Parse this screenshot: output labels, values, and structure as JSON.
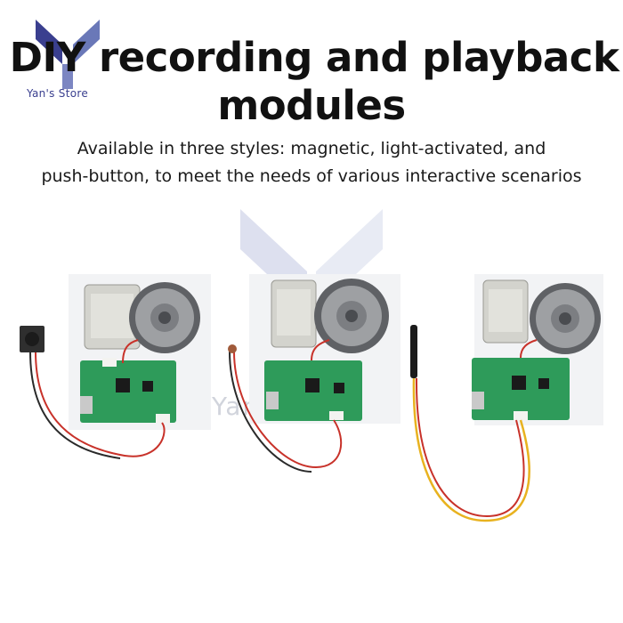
{
  "header": {
    "title_line1": "DIY recording and playback",
    "title_line2": "modules",
    "subtitle_line1": "Available in three styles: magnetic, light-activated, and",
    "subtitle_line2": "push-button, to meet the needs of various interactive scenarios"
  },
  "brand": {
    "store_name": "Yan's Store",
    "watermark_text": "Yan's Store",
    "logo_color": "#3a3f8f",
    "watermark_color": "#c9cdd6"
  },
  "products": [
    {
      "style": "push-button"
    },
    {
      "style": "light-activated"
    },
    {
      "style": "magnetic"
    }
  ],
  "colors": {
    "pcb": "#2e9b5a",
    "speaker": "#6d6f73",
    "battery": "#cfcfc9",
    "wire_red": "#c8322a",
    "wire_yellow": "#e8b21f"
  }
}
